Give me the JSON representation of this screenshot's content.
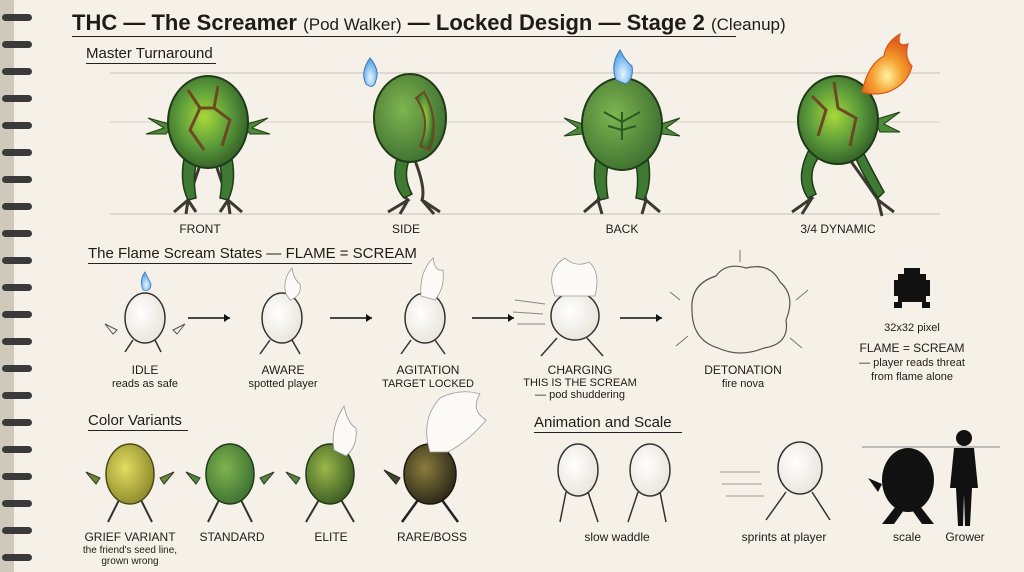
{
  "title": {
    "main": "THC — The Screamer",
    "paren": "(Pod Walker)",
    "rest": "— Locked Design — Stage 2",
    "cleanup": "(Cleanup)"
  },
  "sections": {
    "turnaround": "Master Turnaround",
    "states": "The Flame Scream States — FLAME = SCREAM",
    "colors": "Color Variants",
    "animation": "Animation and Scale"
  },
  "turnaround_views": [
    "FRONT",
    "SIDE",
    "BACK",
    "3/4 DYNAMIC"
  ],
  "states": [
    {
      "name": "IDLE",
      "desc": "reads as safe",
      "desc2": ""
    },
    {
      "name": "AWARE",
      "desc": "spotted player",
      "desc2": ""
    },
    {
      "name": "AGITATION",
      "desc": "TARGET LOCKED",
      "desc2": ""
    },
    {
      "name": "CHARGING",
      "desc": "THIS IS THE SCREAM",
      "desc2": "— pod shuddering"
    },
    {
      "name": "DETONATION",
      "desc": "fire nova",
      "desc2": ""
    }
  ],
  "pixel_note": {
    "size": "32x32 pixel",
    "headline": "FLAME = SCREAM",
    "line1": "— player reads threat",
    "line2": "from flame alone"
  },
  "variants": [
    {
      "name": "GRIEF VARIANT",
      "desc": "the friend's seed line,",
      "desc2": "grown wrong"
    },
    {
      "name": "STANDARD",
      "desc": "",
      "desc2": ""
    },
    {
      "name": "ELITE",
      "desc": "",
      "desc2": ""
    },
    {
      "name": "RARE/BOSS",
      "desc": "",
      "desc2": ""
    }
  ],
  "animation": [
    "slow waddle",
    "sprints at player",
    "scale",
    "Grower"
  ],
  "colors": {
    "paper": "#f5f1e8",
    "ink": "#1f1c18",
    "pod_green": "#4f8a3a",
    "glow": "#a8d83a",
    "blue_flame": "#6fb3ec",
    "orange_flame": "#f08a24",
    "grief_yellow": "#b8b23a",
    "boss_dark": "#3f3a22"
  }
}
